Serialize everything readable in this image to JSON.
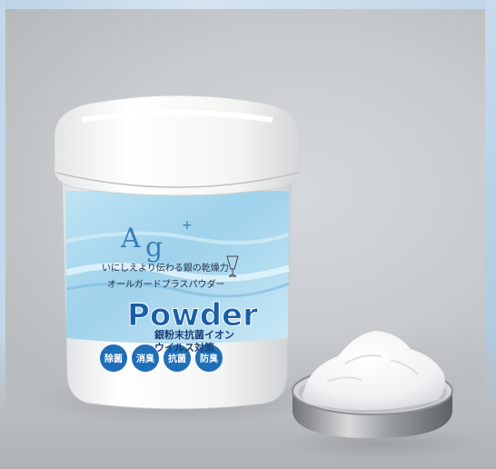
{
  "jar": {
    "logo_a": "A",
    "logo_g": "g",
    "logo_plus": "+",
    "tagline": "いにしえより伝わる銀の乾燥力",
    "product_line": "オールガードプラスパウダー",
    "title": "Powder",
    "subtitle_1": "銀粉末抗菌イオン",
    "subtitle_2": "ウイルス対策",
    "badges": [
      "除菌",
      "消臭",
      "抗菌",
      "防臭"
    ]
  },
  "colors": {
    "label_blue": "#8fc6e6",
    "badge_blue": "#1f6fb8",
    "title_blue": "#1b5ea8",
    "lid_white": "#f4f4f2"
  }
}
